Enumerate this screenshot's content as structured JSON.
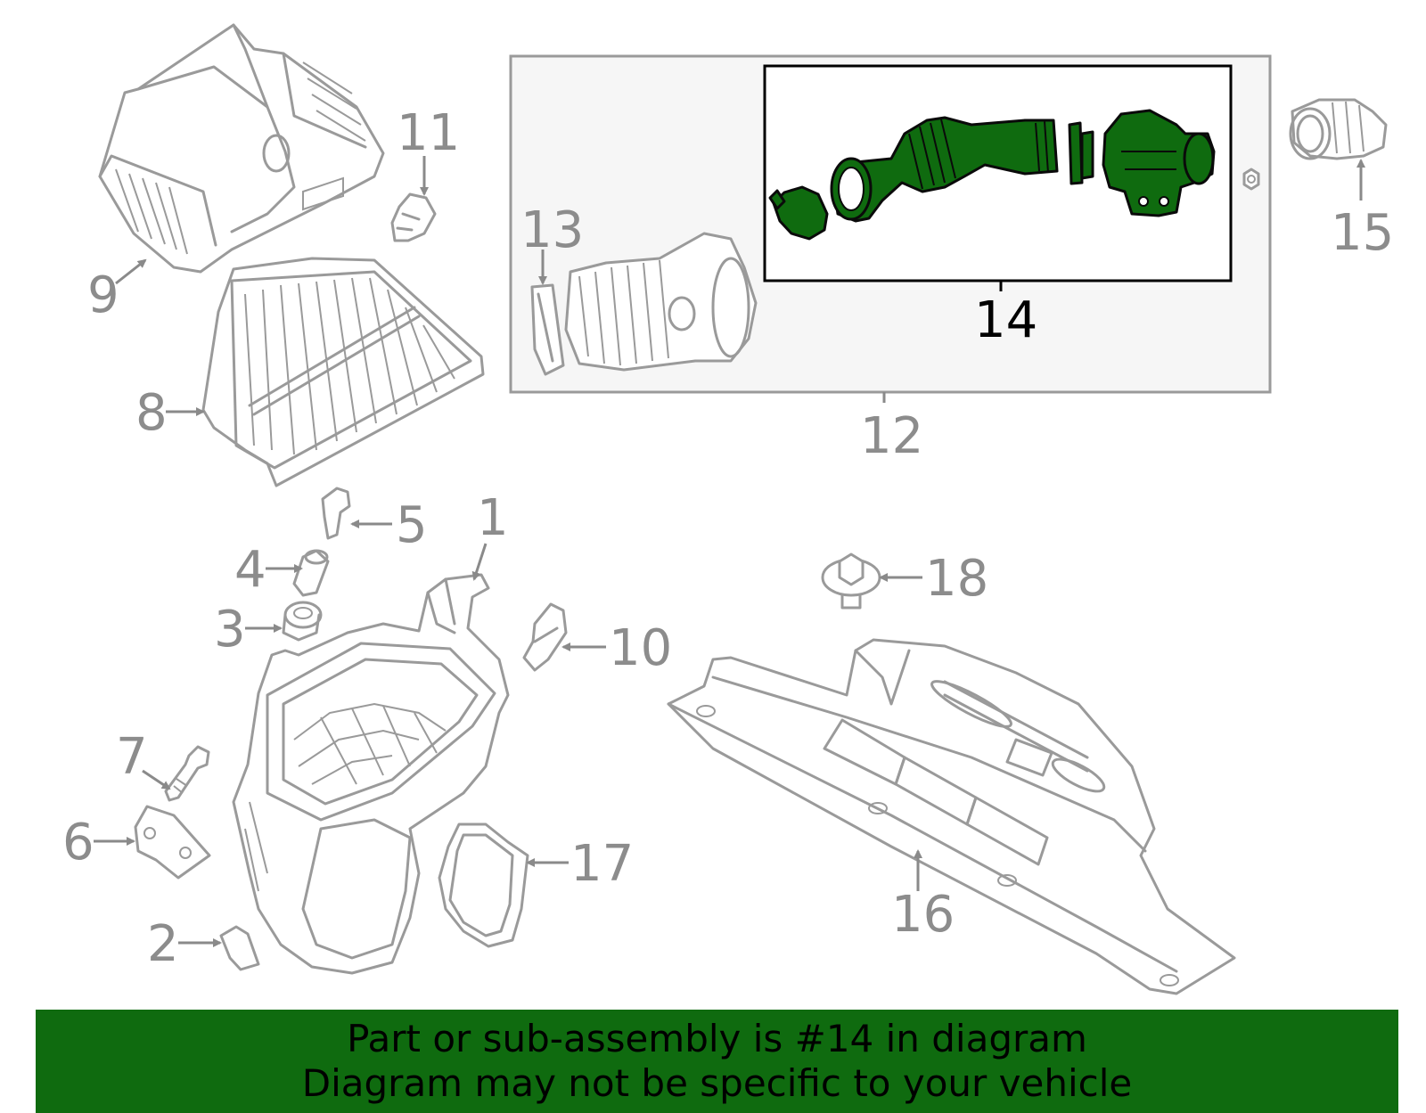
{
  "callouts": {
    "c1": "1",
    "c2": "2",
    "c3": "3",
    "c4": "4",
    "c5": "5",
    "c6": "6",
    "c7": "7",
    "c8": "8",
    "c9": "9",
    "c10": "10",
    "c11": "11",
    "c12": "12",
    "c13": "13",
    "c14": "14",
    "c15": "15",
    "c16": "16",
    "c17": "17",
    "c18": "18"
  },
  "highlight": {
    "part": "14",
    "color": "#0f6b0f"
  },
  "banner": {
    "line1": "Part or sub-assembly is #14 in diagram",
    "line2": "Diagram may not be specific to your vehicle",
    "background": "#0f6b0f"
  }
}
